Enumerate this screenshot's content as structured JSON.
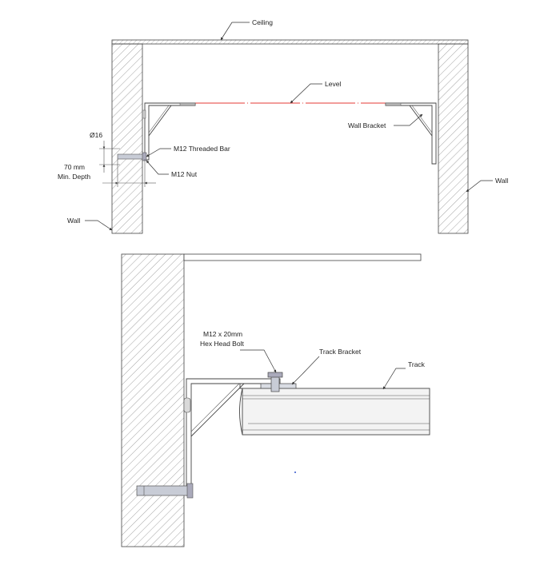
{
  "top_view": {
    "ceiling_label": "Ceiling",
    "level_label": "Level",
    "wall_bracket_label": "Wall Bracket",
    "wall_right_label": "Wall",
    "wall_left_label": "Wall",
    "threaded_bar_label": "M12 Threaded Bar",
    "nut_label": "M12 Nut",
    "diameter_label": "Ø16",
    "depth_line1": "70 mm",
    "depth_line2": "Min. Depth"
  },
  "bottom_view": {
    "bolt_line1": "M12 x 20mm",
    "bolt_line2": "Hex Head Bolt",
    "track_bracket_label": "Track Bracket",
    "track_label": "Track"
  },
  "colors": {
    "level_line": "#e53935",
    "line": "#444444",
    "bolt_fill": "#c8ccd6",
    "track_fill": "#f3f3f3"
  }
}
